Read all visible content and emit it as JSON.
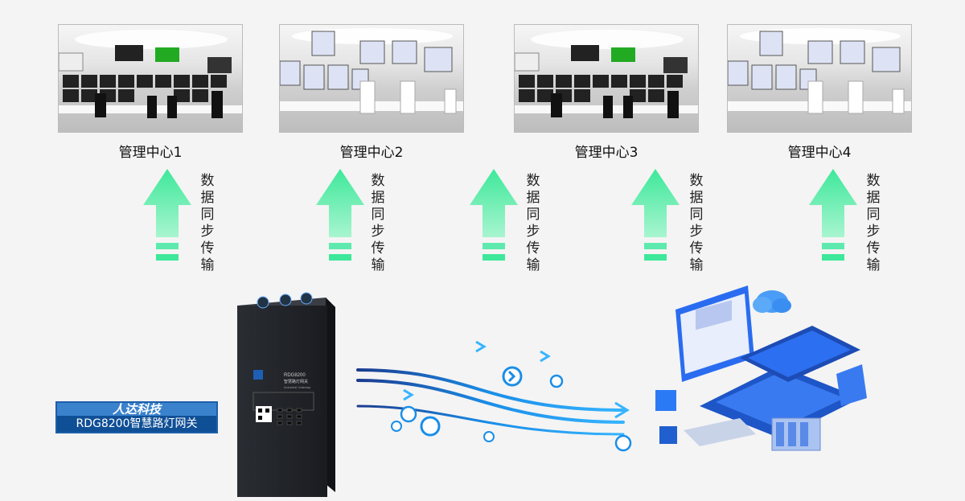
{
  "centers": [
    {
      "label": "管理中心1"
    },
    {
      "label": "管理中心2"
    },
    {
      "label": "管理中心3"
    },
    {
      "label": "管理中心4"
    }
  ],
  "sync_chars": [
    "数",
    "据",
    "同",
    "步",
    "传",
    "输"
  ],
  "brand": {
    "name": "人达科技",
    "product": "RDG8200智慧路灯网关"
  },
  "device": {
    "model": "RDG8200",
    "subtitle": "智慧路灯网关",
    "tagline": "Industrial Gateway"
  },
  "colors": {
    "arrow_green": "#3ee89a",
    "flow_blue": "#1a8ee8",
    "brand_blue": "#1d63b3"
  }
}
